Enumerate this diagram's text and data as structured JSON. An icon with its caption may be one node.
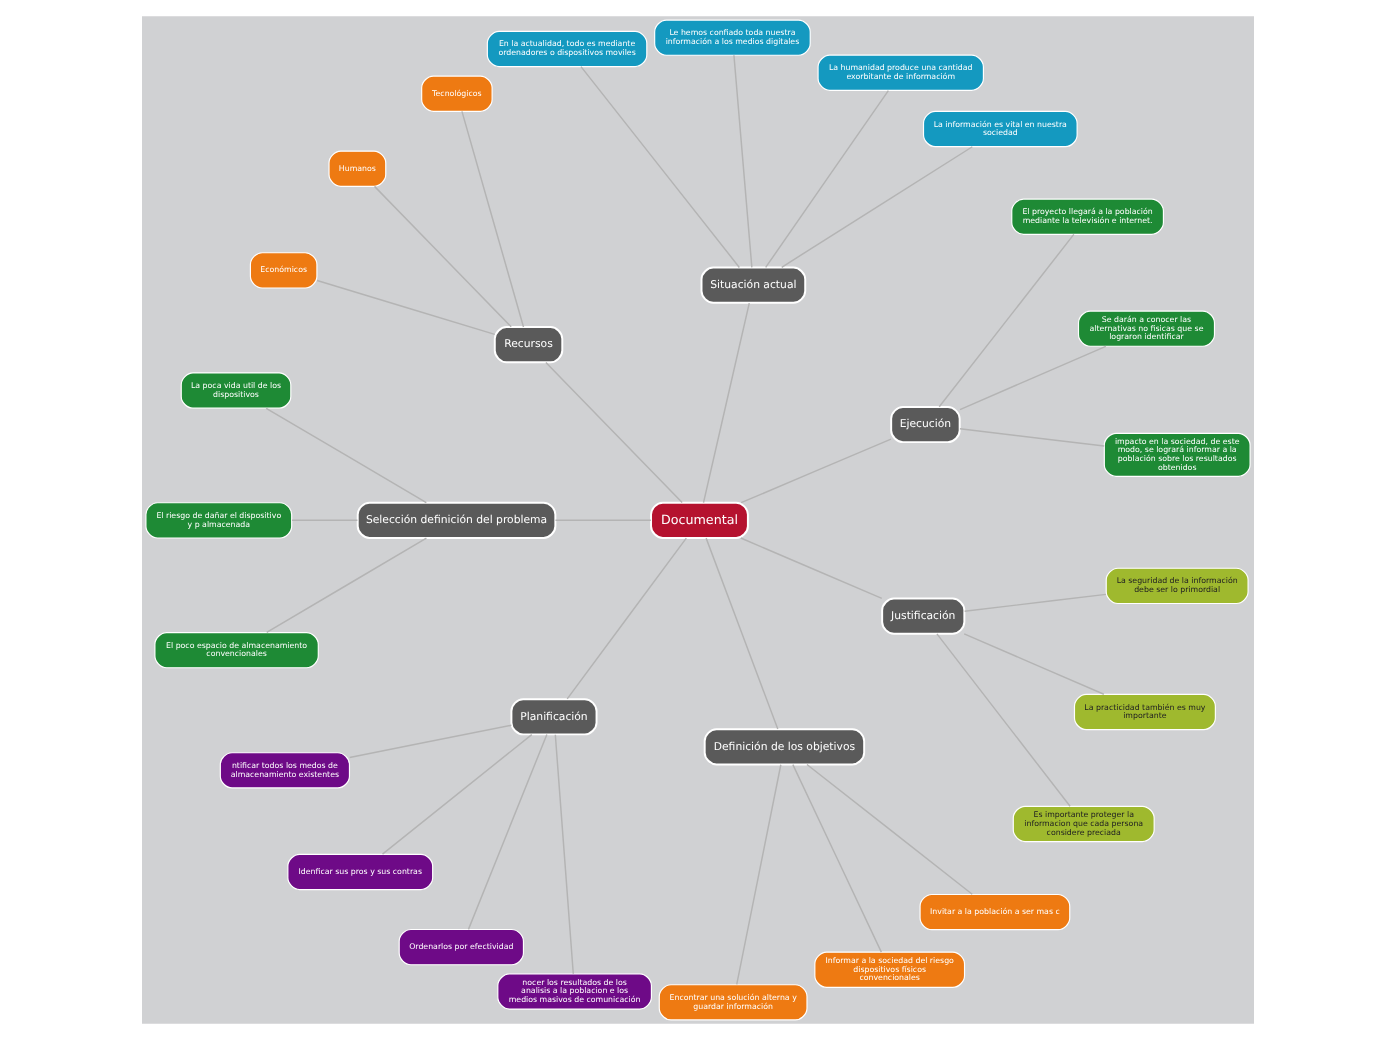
{
  "diagram": {
    "nodes": [
      {
        "text": [
          "Documental"
        ]
      },
      {
        "text": [
          "Ejecución"
        ]
      },
      {
        "text": [
          "impacto en la sociedad, de este modo, se logrará informar a la población sobre los resultados obtenidos"
        ]
      },
      {
        "text": [
          "Se darán a conocer las alternativas no fisicas que se lograron identificar"
        ]
      },
      {
        "text": [
          "El proyecto llegará a la población mediante la televisión e internet."
        ]
      },
      {
        "text": [
          "Situación actual"
        ]
      },
      {
        "text": [
          "La información es vital en nuestra sociedad"
        ]
      },
      {
        "text": [
          "La humanidad produce una cantidad exorbitante de informacióm"
        ]
      },
      {
        "text": [
          "Le hemos confiado toda nuestra información a los medios digitales"
        ]
      },
      {
        "text": [
          "En la actualidad, todo es mediante ordenadores o dispositivos moviles"
        ]
      },
      {
        "text": [
          "Recursos"
        ]
      },
      {
        "text": [
          "Tecnológicos"
        ]
      },
      {
        "text": [
          "Humanos"
        ]
      },
      {
        "text": [
          "Económicos"
        ]
      },
      {
        "text": [
          "Selección definición del problema"
        ]
      },
      {
        "text": [
          "La poca vida util de los dispositivos"
        ]
      },
      {
        "text": [
          "El riesgo de dañar el dispositivo y p almacenada"
        ]
      },
      {
        "text": [
          "El poco espacio de almacenamiento convencionales"
        ]
      },
      {
        "text": [
          "Planificación"
        ]
      },
      {
        "text": [
          "ntificar todos los medos de almacenamiento existentes"
        ]
      },
      {
        "text": [
          "Idenficar sus pros y sus contras"
        ]
      },
      {
        "text": [
          "Ordenarlos por efectividad"
        ]
      },
      {
        "text": [
          "nocer los resultados de los analisis a la poblacion e los medios masivos de comunicación"
        ]
      },
      {
        "text": [
          "Definición de los objetivos"
        ]
      },
      {
        "text": [
          "Encontrar una solución alterna y guardar información"
        ]
      },
      {
        "text": [
          "Informar a la sociedad del riesgo dispositivos físicos convencionales"
        ]
      },
      {
        "text": [
          "Invitar a la población a ser mas c"
        ]
      },
      {
        "text": [
          "Justificación"
        ]
      },
      {
        "text": [
          "Es importante proteger la informacion que cada persona considere preciada"
        ]
      },
      {
        "text": [
          "La practicidad también es muy importante"
        ]
      },
      {
        "text": [
          "La seguridad de la información debe ser lo primordial"
        ]
      }
    ],
    "edges": [
      {
        "from": 0,
        "to": 1,
        "arrow": "none"
      },
      {
        "from": 1,
        "to": 2,
        "arrow": "none"
      },
      {
        "from": 1,
        "to": 3,
        "arrow": "none"
      },
      {
        "from": 1,
        "to": 4,
        "arrow": "none"
      },
      {
        "from": 0,
        "to": 5,
        "arrow": "none"
      },
      {
        "from": 5,
        "to": 6,
        "arrow": "none"
      },
      {
        "from": 5,
        "to": 7,
        "arrow": "none"
      },
      {
        "from": 5,
        "to": 8,
        "arrow": "none"
      },
      {
        "from": 5,
        "to": 9,
        "arrow": "none"
      },
      {
        "from": 0,
        "to": 10,
        "arrow": "none"
      },
      {
        "from": 10,
        "to": 11,
        "arrow": "none"
      },
      {
        "from": 10,
        "to": 12,
        "arrow": "none"
      },
      {
        "from": 10,
        "to": 13,
        "arrow": "none"
      },
      {
        "from": 0,
        "to": 14,
        "arrow": "none"
      },
      {
        "from": 14,
        "to": 15,
        "arrow": "none"
      },
      {
        "from": 14,
        "to": 16,
        "arrow": "none"
      },
      {
        "from": 14,
        "to": 17,
        "arrow": "none"
      },
      {
        "from": 0,
        "to": 18,
        "arrow": "none"
      },
      {
        "from": 18,
        "to": 19,
        "arrow": "none"
      },
      {
        "from": 18,
        "to": 20,
        "arrow": "none"
      },
      {
        "from": 18,
        "to": 21,
        "arrow": "none"
      },
      {
        "from": 18,
        "to": 22,
        "arrow": "none"
      },
      {
        "from": 0,
        "to": 23,
        "arrow": "none"
      },
      {
        "from": 23,
        "to": 24,
        "arrow": "none"
      },
      {
        "from": 23,
        "to": 25,
        "arrow": "none"
      },
      {
        "from": 23,
        "to": 26,
        "arrow": "none"
      },
      {
        "from": 0,
        "to": 27,
        "arrow": "none"
      },
      {
        "from": 27,
        "to": 28,
        "arrow": "none"
      },
      {
        "from": 27,
        "to": 29,
        "arrow": "none"
      },
      {
        "from": 27,
        "to": 30,
        "arrow": "none"
      }
    ]
  }
}
